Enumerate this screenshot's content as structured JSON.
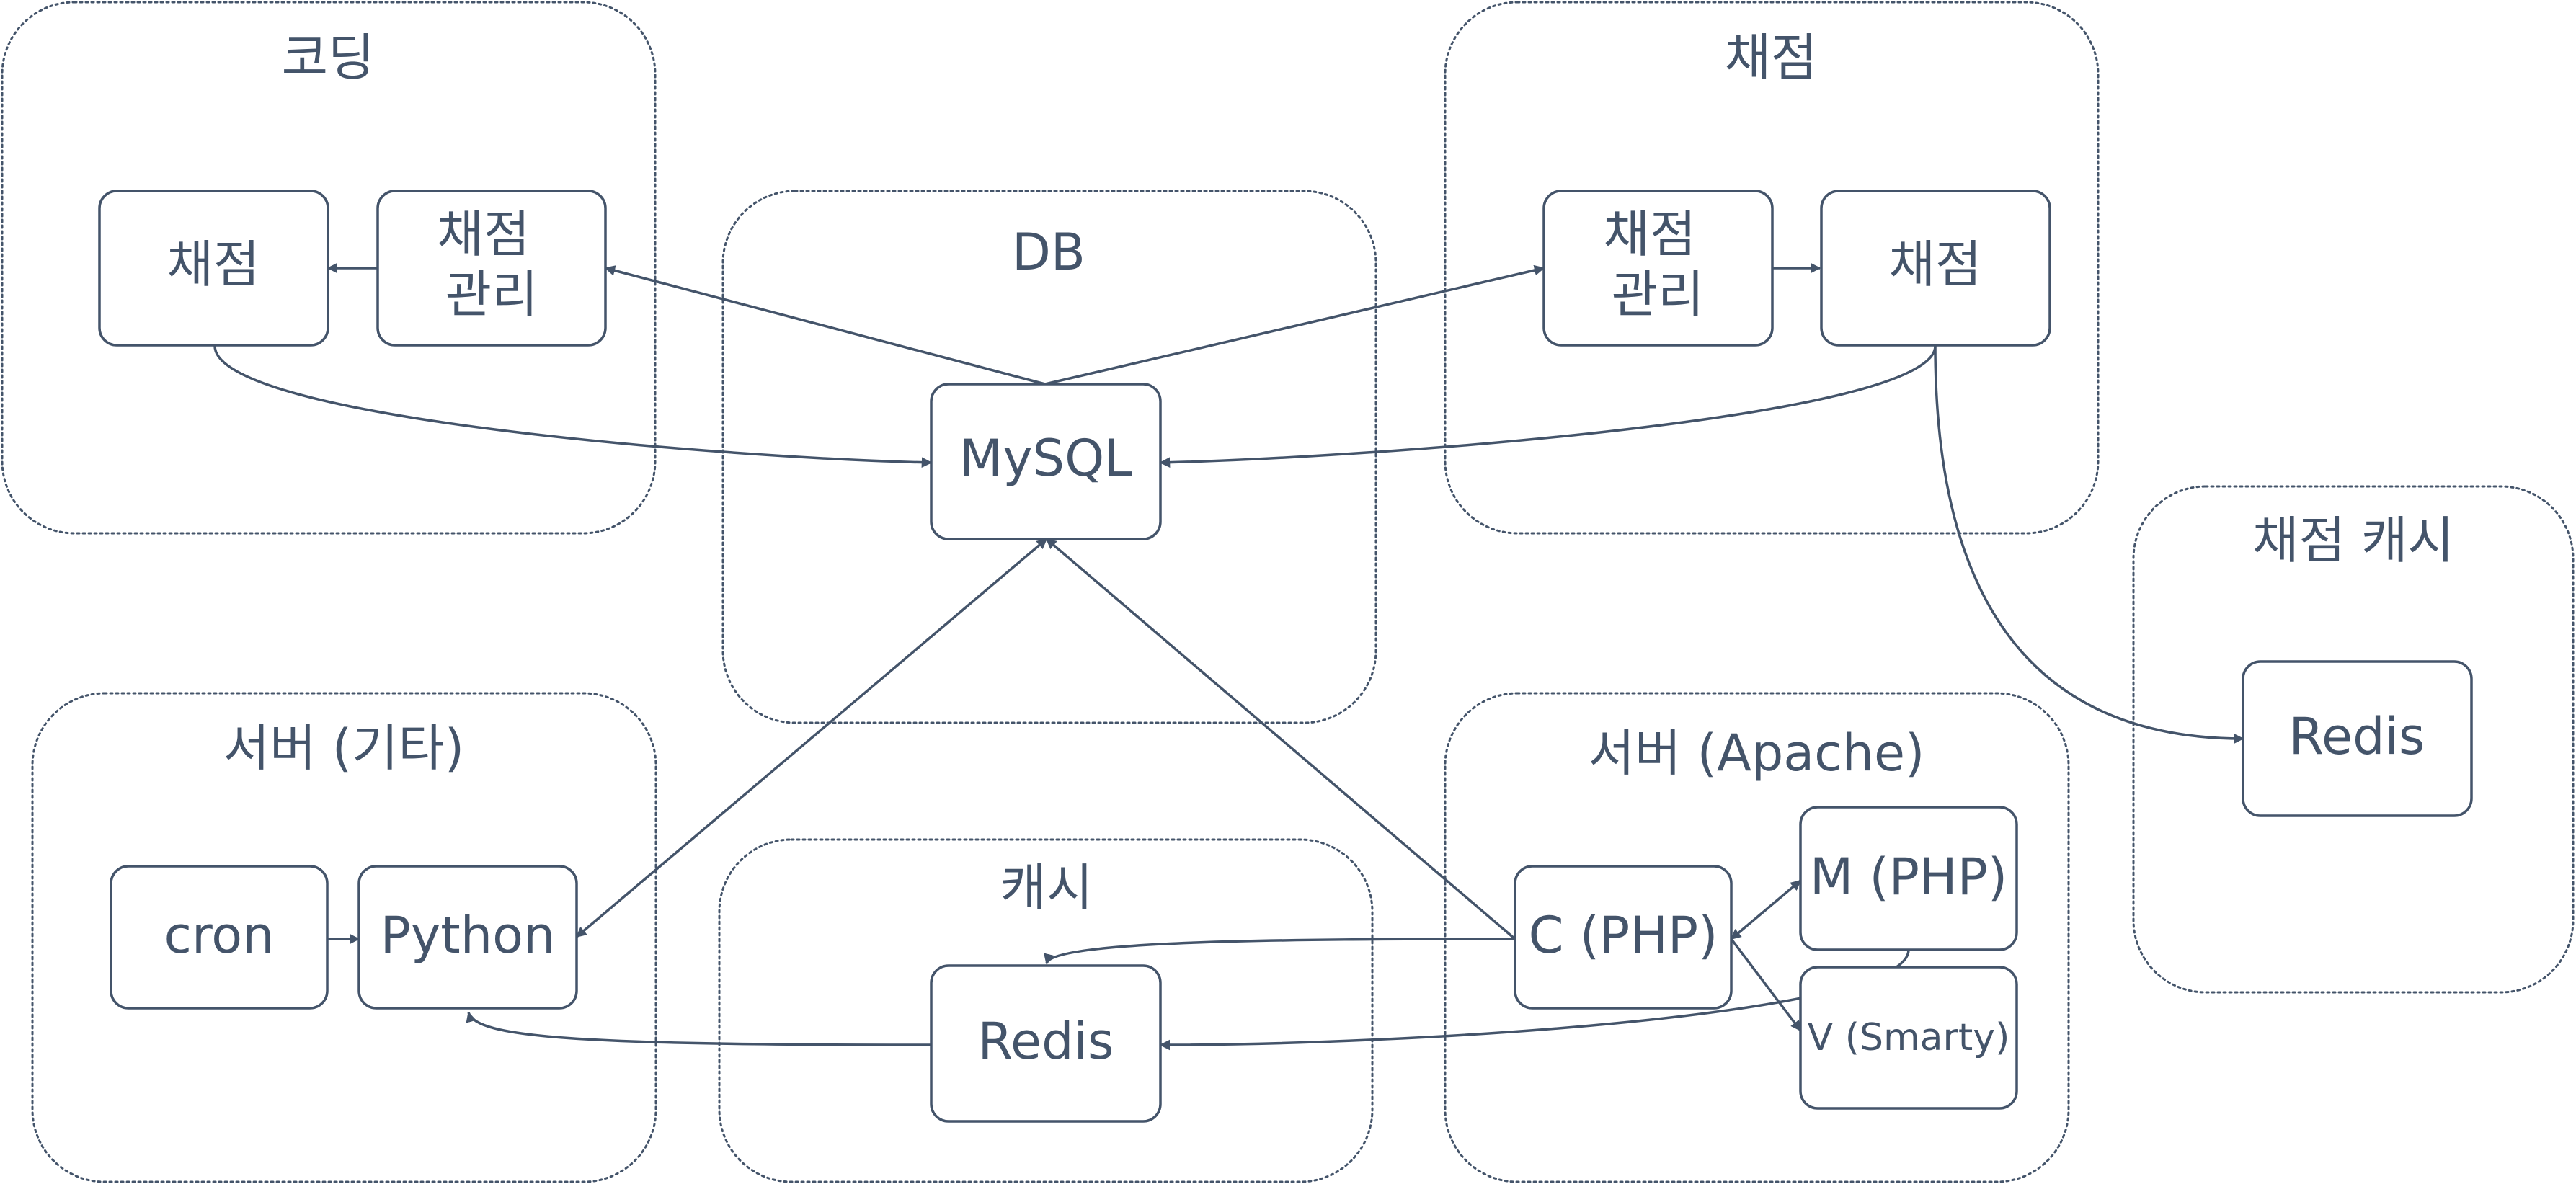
{
  "groups": {
    "coding": "코딩",
    "grading": "채점",
    "db": "DB",
    "grading_cache": "채점 캐시",
    "server_other": "서버 (기타)",
    "cache": "캐시",
    "server_apache": "서버 (Apache)"
  },
  "nodes": {
    "coding_grading": "채점",
    "coding_grading_mgmt": [
      "채점",
      "관리"
    ],
    "mysql": "MySQL",
    "grading_grading_mgmt": [
      "채점",
      "관리"
    ],
    "grading_grading": "채점",
    "grading_cache_redis": "Redis",
    "cron": "cron",
    "python": "Python",
    "cache_redis": "Redis",
    "c_php": "C (PHP)",
    "m_php": "M (PHP)",
    "v_smarty": "V (Smarty)"
  },
  "colors": {
    "stroke": "#44546a",
    "text": "#44546a",
    "background": "#ffffff"
  }
}
